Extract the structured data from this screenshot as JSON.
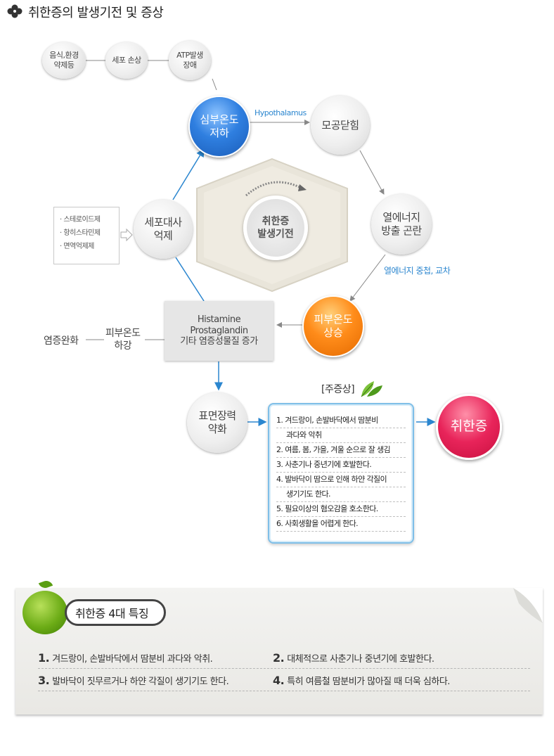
{
  "title": "취한증의 발생기전 및 증상",
  "diagram": {
    "top_chain": {
      "cause": [
        "음식,환경",
        "약제등"
      ],
      "cell_damage": "세포 손상",
      "atp": [
        "ATP발생",
        "장애"
      ]
    },
    "core_temp_drop": [
      "심부온도",
      "저하"
    ],
    "hypothalamus_label": "Hypothalamus",
    "pore_closing": "모공닫힘",
    "heat_release": [
      "열에너지",
      "방출 곤란"
    ],
    "heat_label": "열에너지 중첩, 교차",
    "skin_temp_rise": [
      "피부온도",
      "상승"
    ],
    "center": [
      "취한증",
      "발생기전"
    ],
    "metabolism": [
      "세포대사",
      "억제"
    ],
    "drugs": [
      "· 스테로이드제",
      "· 항히스타민제",
      "· 면역억제제"
    ],
    "mediators": [
      "Histamine",
      "Prostaglandin",
      "기타 염증성물질 증가"
    ],
    "skin_temp_drop": [
      "피부온도",
      "하강"
    ],
    "inflammation_relief": "염증완화",
    "surface_tension": [
      "표면장력",
      "약화"
    ],
    "symptoms_heading": "[주증상]",
    "symptoms": [
      "1. 겨드랑이, 손발바닥에서 땀분비",
      "과다와 악취",
      "2. 여름, 봄, 가을, 겨울 순으로 잘 생김",
      "3. 사춘기나 중년기에 호발한다.",
      "4. 발바닥이 땀으로 인해 하얀 각질이",
      "생기기도 한다.",
      "5. 필요이상의 혐오감을 호소한다.",
      "6. 사회생활을 어렵게 한다."
    ],
    "result": "취한증",
    "colors": {
      "blue": "#2f7fe0",
      "orange": "#ff8c1a",
      "pink": "#e8245a",
      "arrow_blue": "#2b86cf"
    }
  },
  "features": {
    "heading": "취한증 4대 특징",
    "items": [
      {
        "num": "1.",
        "text": "겨드랑이, 손발바닥에서 땀분비 과다와 악취."
      },
      {
        "num": "2.",
        "text": "대체적으로 사춘기나 중년기에 호발한다."
      },
      {
        "num": "3.",
        "text": "발바닥이 짓무르거나 하얀 각질이 생기기도 한다."
      },
      {
        "num": "4.",
        "text": "특히 여름철 땀분비가 많아질 때 더욱 심하다."
      }
    ]
  }
}
